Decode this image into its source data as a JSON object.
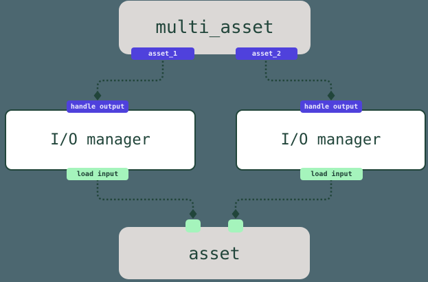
{
  "diagram": {
    "background_color": "#4C6770",
    "colors": {
      "node_fill_gray": "#DBD8D6",
      "node_fill_white": "#FFFFFF",
      "accent_purple": "#4F41DC",
      "accent_green": "#A5F4BC",
      "ink_dark_green": "#21453A",
      "badge_text_light": "#E9E7FD"
    },
    "nodes": {
      "multi_asset": {
        "label": "multi_asset",
        "outputs": [
          {
            "label": "asset_1"
          },
          {
            "label": "asset_2"
          }
        ]
      },
      "io_manager_left": {
        "label": "I/O manager",
        "top_badge_label": "handle output",
        "bottom_badge_label": "load input"
      },
      "io_manager_right": {
        "label": "I/O manager",
        "top_badge_label": "handle output",
        "bottom_badge_label": "load input"
      },
      "asset": {
        "label": "asset"
      }
    }
  }
}
